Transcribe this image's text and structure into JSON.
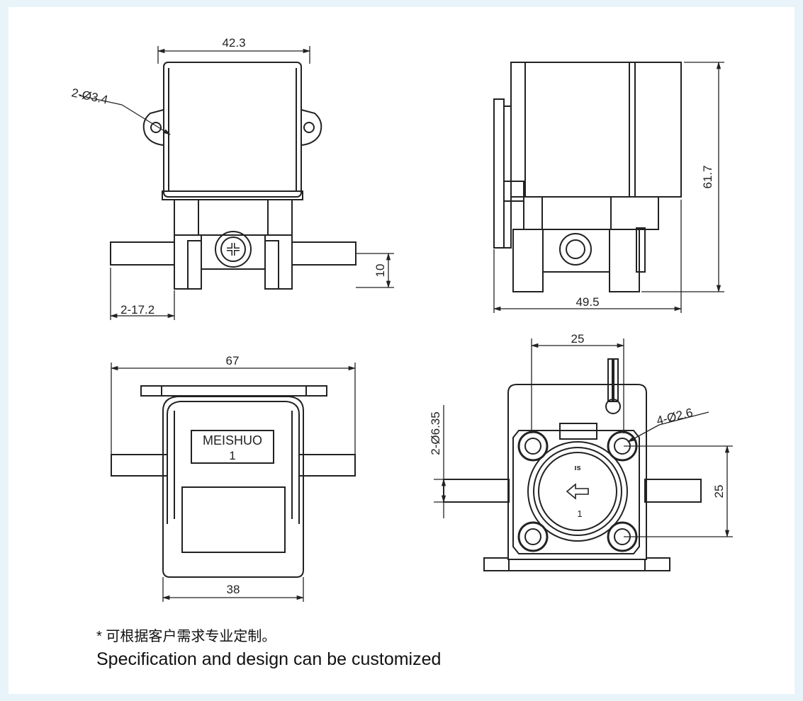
{
  "dimensions": {
    "front_width": "42.3",
    "mount_holes": "2-Ø3.4",
    "port_length": "2-17.2",
    "port_height": "10",
    "side_height": "61.7",
    "side_width": "49.5",
    "bottom_width": "67",
    "label_width": "38",
    "port_spacing": "25",
    "screw_holes": "4-Ø2.6",
    "port_diameter": "2-Ø6.35",
    "vertical_spacing": "25"
  },
  "label": {
    "brand": "MEISHUO",
    "model": "1",
    "arrow_model": "1"
  },
  "notes": {
    "chinese": "* 可根据客户需求专业定制。",
    "english": "Specification and design can be customized"
  },
  "colors": {
    "background": "#e8f3fa",
    "sheet": "#ffffff",
    "line": "#222222"
  }
}
